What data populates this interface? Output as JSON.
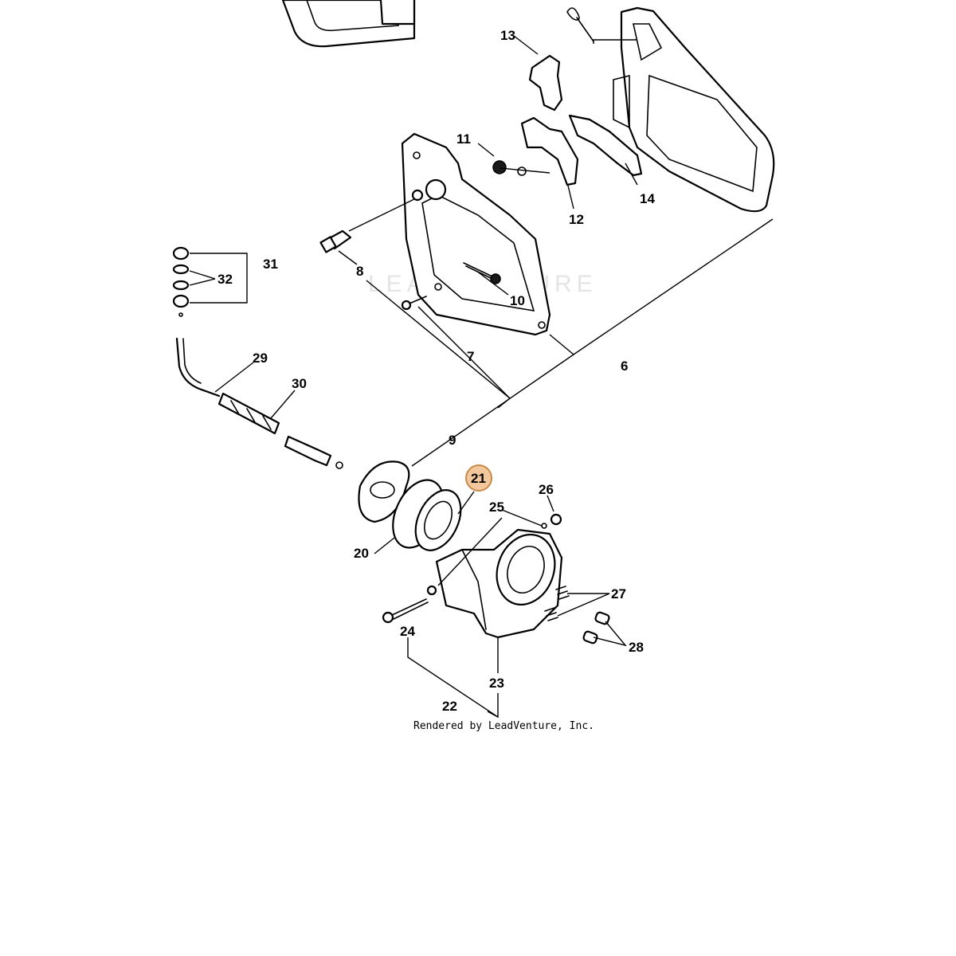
{
  "diagram": {
    "callouts": {
      "c6": "6",
      "c7": "7",
      "c8": "8",
      "c9": "9",
      "c10": "10",
      "c11": "11",
      "c12": "12",
      "c13": "13",
      "c14": "14",
      "c20": "20",
      "c21": "21",
      "c22": "22",
      "c23": "23",
      "c24": "24",
      "c25": "25",
      "c26": "26",
      "c27": "27",
      "c28": "28",
      "c29": "29",
      "c30": "30",
      "c31": "31",
      "c32": "32"
    },
    "highlight_color": "#f2c79b",
    "highlight_stroke": "#c98a4a",
    "watermark": "LEADVENTURE",
    "credit": "Rendered by LeadVenture, Inc."
  }
}
